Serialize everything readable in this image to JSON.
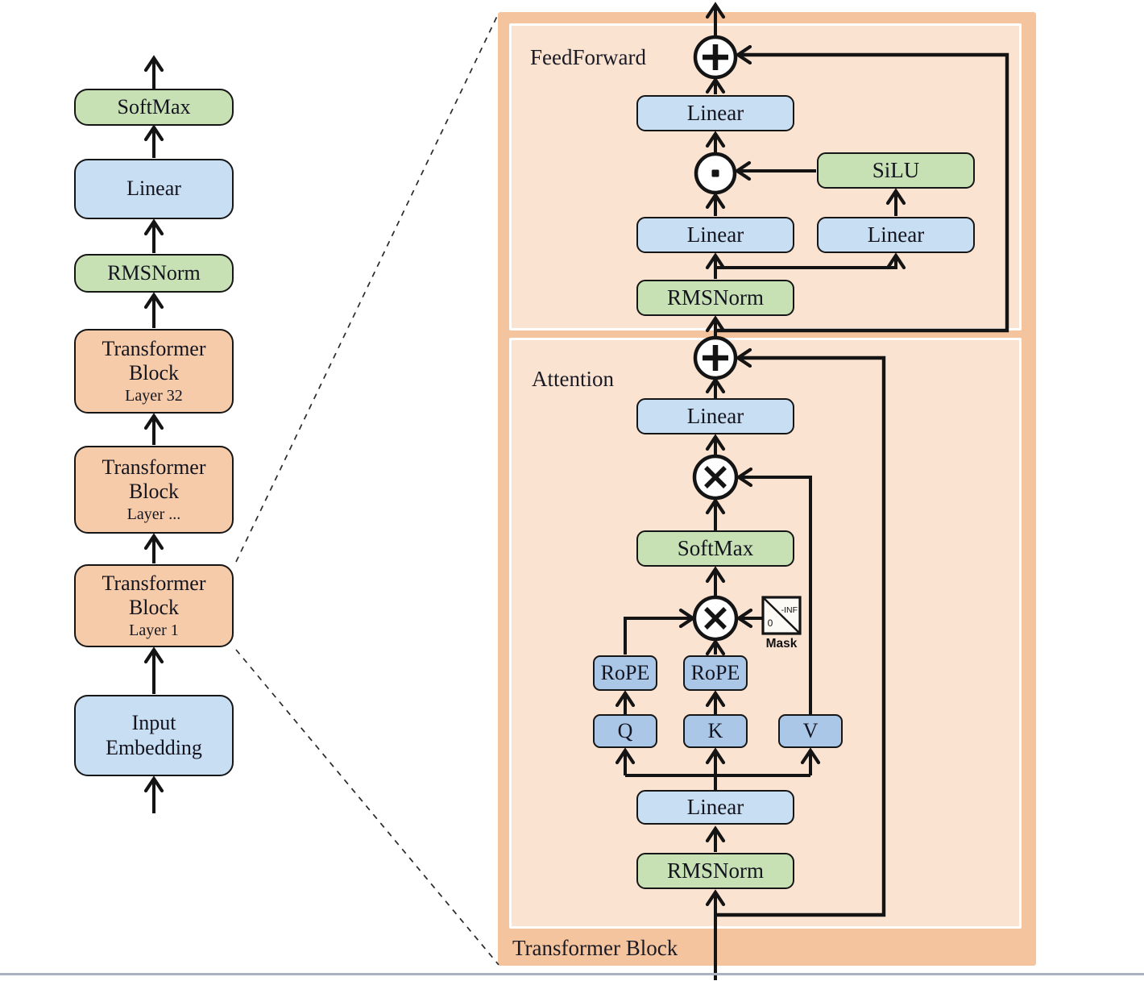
{
  "colors": {
    "green_fill": "#c7e1b5",
    "blue_fill": "#c8def2",
    "qkv_blue_fill": "#aac7e8",
    "orange_fill": "#f6cba9",
    "panel_band": "#f4c49e",
    "panel_inner": "#fbe3d2",
    "line_stroke": "#141414",
    "bottom_rule": "#a9b3bf"
  },
  "left_stack": {
    "boxes": [
      {
        "label": "SoftMax",
        "style": "green"
      },
      {
        "label": "Linear",
        "style": "blue"
      },
      {
        "label": "RMSNorm",
        "style": "green"
      },
      {
        "label": "Transformer Block",
        "sublabel": "Layer 32",
        "style": "orange"
      },
      {
        "label": "Transformer Block",
        "sublabel": "Layer ...",
        "style": "orange"
      },
      {
        "label": "Transformer Block",
        "sublabel": "Layer 1",
        "style": "orange"
      },
      {
        "label": "Input Embedding",
        "style": "blue"
      }
    ]
  },
  "detail": {
    "panel_label": "Transformer Block",
    "feedforward": {
      "label": "FeedForward",
      "linear_top": "Linear",
      "silu": "SiLU",
      "linear_left": "Linear",
      "linear_right": "Linear",
      "rmsnorm": "RMSNorm"
    },
    "attention": {
      "label": "Attention",
      "linear_out": "Linear",
      "softmax": "SoftMax",
      "rope_q": "RoPE",
      "rope_k": "RoPE",
      "q": "Q",
      "k": "K",
      "v": "V",
      "linear_in": "Linear",
      "rmsnorm": "RMSNorm",
      "mask": {
        "label": "Mask",
        "top_right": "-INF",
        "bottom_left": "0"
      }
    }
  }
}
